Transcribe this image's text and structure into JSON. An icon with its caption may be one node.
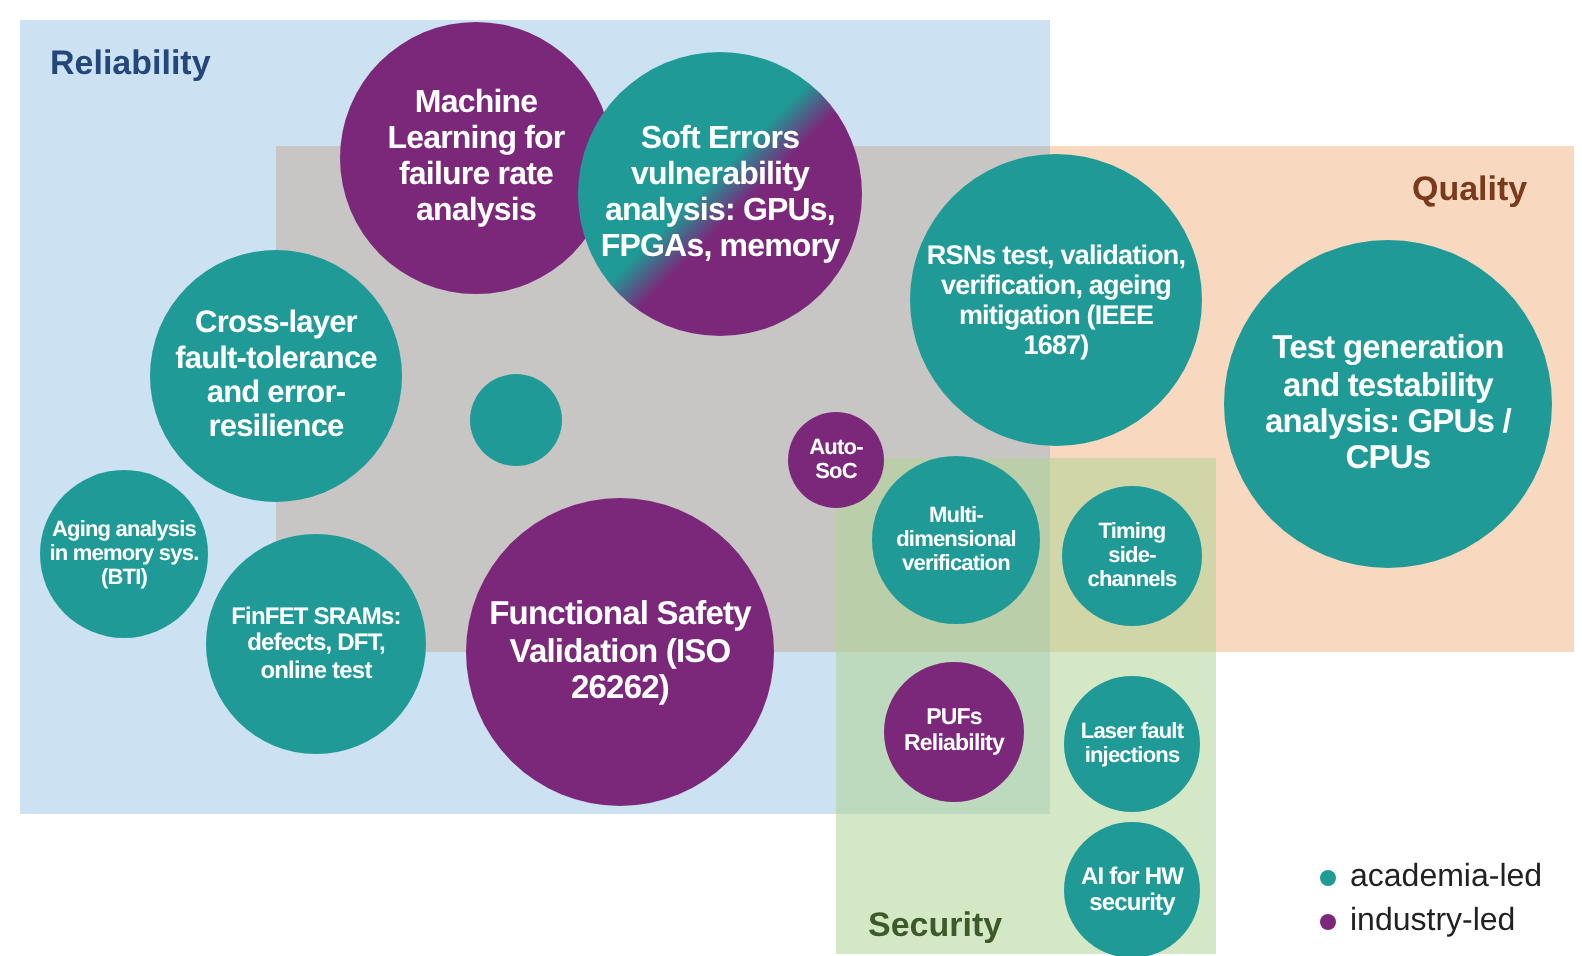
{
  "diagram": {
    "nodes": [
      {
        "text": [
          "Reliability"
        ]
      },
      {
        "text": [
          "Quality"
        ]
      },
      {
        "text": [
          "Security"
        ]
      },
      {
        "text": [
          "Machine Learning for failure rate analysis"
        ],
        "in": 0
      },
      {
        "text": [
          "Soft Errors vulnerability analysis: GPUs, FPGAs, memory"
        ],
        "in": 0
      },
      {
        "text": [
          "RSNs test, validation, verification, ageing mitigation (IEEE 1687)"
        ],
        "in": 1
      },
      {
        "text": [
          "Test generation and testability analysis: GPUs / CPUs"
        ],
        "in": 1
      },
      {
        "text": [
          "Cross-layer fault-tolerance and error-resilience"
        ],
        "in": 0
      },
      {
        "text": [],
        "shape": "circle"
      },
      {
        "text": [
          "Auto-SoC"
        ]
      },
      {
        "text": [
          "Aging analysis in memory sys. (BTI)"
        ],
        "in": 0
      },
      {
        "text": [
          "FinFET SRAMs: defects, DFT, online test"
        ],
        "in": 0
      },
      {
        "text": [
          "Functional Safety Validation (ISO 26262)"
        ],
        "in": 0
      },
      {
        "text": [
          "Multi-dimensional verification"
        ]
      },
      {
        "text": [
          "Timing side-channels"
        ]
      },
      {
        "text": [
          "PUFs Reliability"
        ]
      },
      {
        "text": [
          "Laser fault injections"
        ],
        "in": 2
      },
      {
        "text": [
          "AI for HW security"
        ],
        "in": 2
      }
    ],
    "legend": [
      {
        "text": "academia-led",
        "color": "#1f9a96"
      },
      {
        "text": "industry-led",
        "color": "#7b287b"
      }
    ]
  }
}
